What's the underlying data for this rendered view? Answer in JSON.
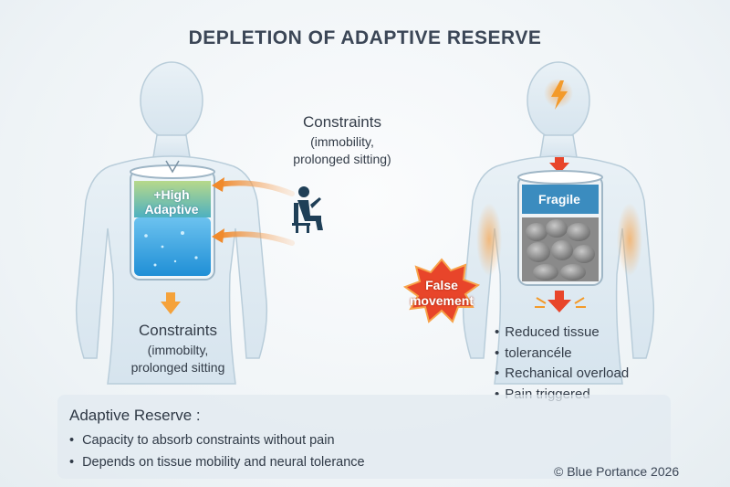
{
  "title": "DEPLETION OF ADAPTIVE RESERVE",
  "left_figure": {
    "container_label": "+High Adaptive",
    "constraints_top": {
      "heading": "Constraints",
      "line1": "(immobility,",
      "line2": "prolonged sitting)"
    },
    "constraints_bottom": {
      "heading": "Constraints",
      "line1": "(immobilty,",
      "line2": "prolonged sitting"
    }
  },
  "right_figure": {
    "container_label": "Fragile",
    "burst_label_line1": "False",
    "burst_label_line2": "movement",
    "bullets": [
      "Reduced tissue",
      "tolerancéle",
      "Rechanical overload",
      "Pain triggered"
    ]
  },
  "info_box": {
    "title": "Adaptive Reserve :",
    "items": [
      "Capacity to absorb constraints without pain",
      "Depends on tissue mobility and neural tolerance"
    ]
  },
  "copyright": "© Blue Portance 2026",
  "colors": {
    "body": "#dbe8f0",
    "water": "#3aa6e6",
    "arrow_orange": "#f39a3c",
    "burst_red": "#e8452a",
    "title_text": "#3b4656"
  },
  "icons": [
    "person-sitting-laptop-icon",
    "lightning-bolt-icon",
    "down-arrow-icon",
    "pain-burst-icon"
  ]
}
